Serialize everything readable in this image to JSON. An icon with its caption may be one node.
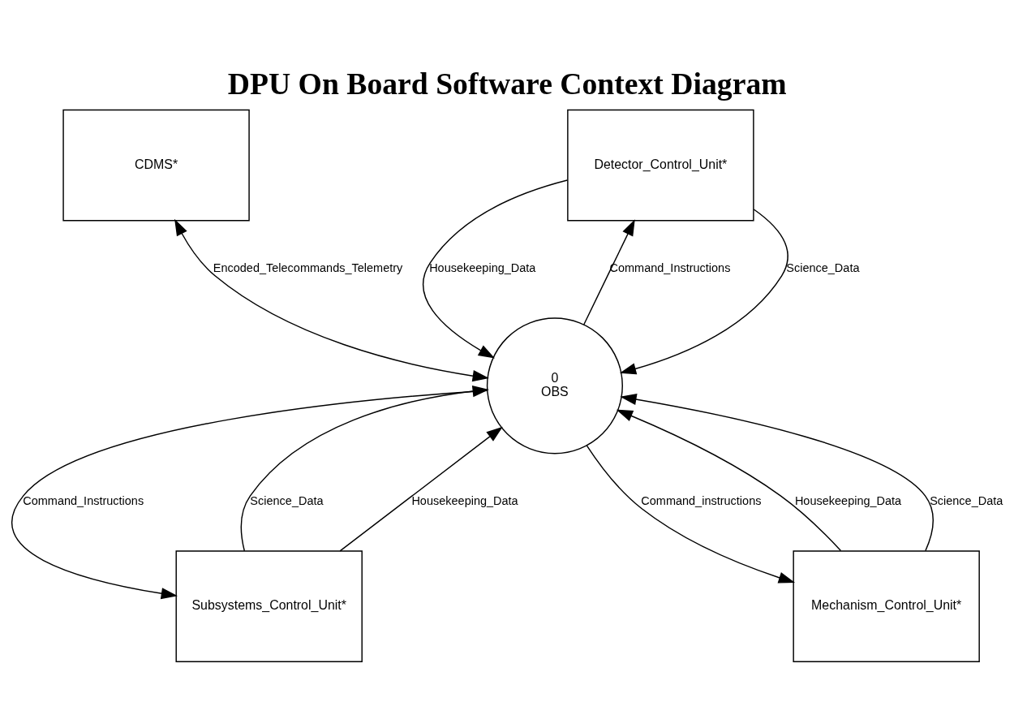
{
  "diagram": {
    "title": "DPU On Board Software Context Diagram",
    "nodes": [
      {
        "text": [
          "CDMS*"
        ]
      },
      {
        "text": [
          "0",
          "OBS"
        ]
      },
      {
        "text": [
          "Detector_Control_Unit*"
        ]
      },
      {
        "text": [
          "Subsystems_Control_Unit*"
        ]
      },
      {
        "text": [
          "Mechanism_Control_Unit*"
        ]
      }
    ],
    "edges": [
      {
        "from": 0,
        "to": 1,
        "arrow": "both",
        "label": "Encoded_Telecommands_Telemetry"
      },
      {
        "from": 2,
        "to": 1,
        "arrow": "to",
        "label": "Science_Data"
      },
      {
        "from": 2,
        "to": 1,
        "arrow": "to",
        "label": "Housekeeping_Data"
      },
      {
        "from": 1,
        "to": 2,
        "arrow": "to",
        "label": "Command_Instructions"
      },
      {
        "from": 1,
        "to": 3,
        "arrow": "to",
        "label": "Command_Instructions"
      },
      {
        "from": 3,
        "to": 1,
        "arrow": "to",
        "label": "Science_Data"
      },
      {
        "from": 3,
        "to": 1,
        "arrow": "to",
        "label": "Housekeeping_Data"
      },
      {
        "from": 1,
        "to": 4,
        "arrow": "to",
        "label": "Command_instructions"
      },
      {
        "from": 4,
        "to": 1,
        "arrow": "to",
        "label": "Housekeeping_Data"
      },
      {
        "from": 4,
        "to": 1,
        "arrow": "to",
        "label": "Science_Data"
      }
    ]
  }
}
